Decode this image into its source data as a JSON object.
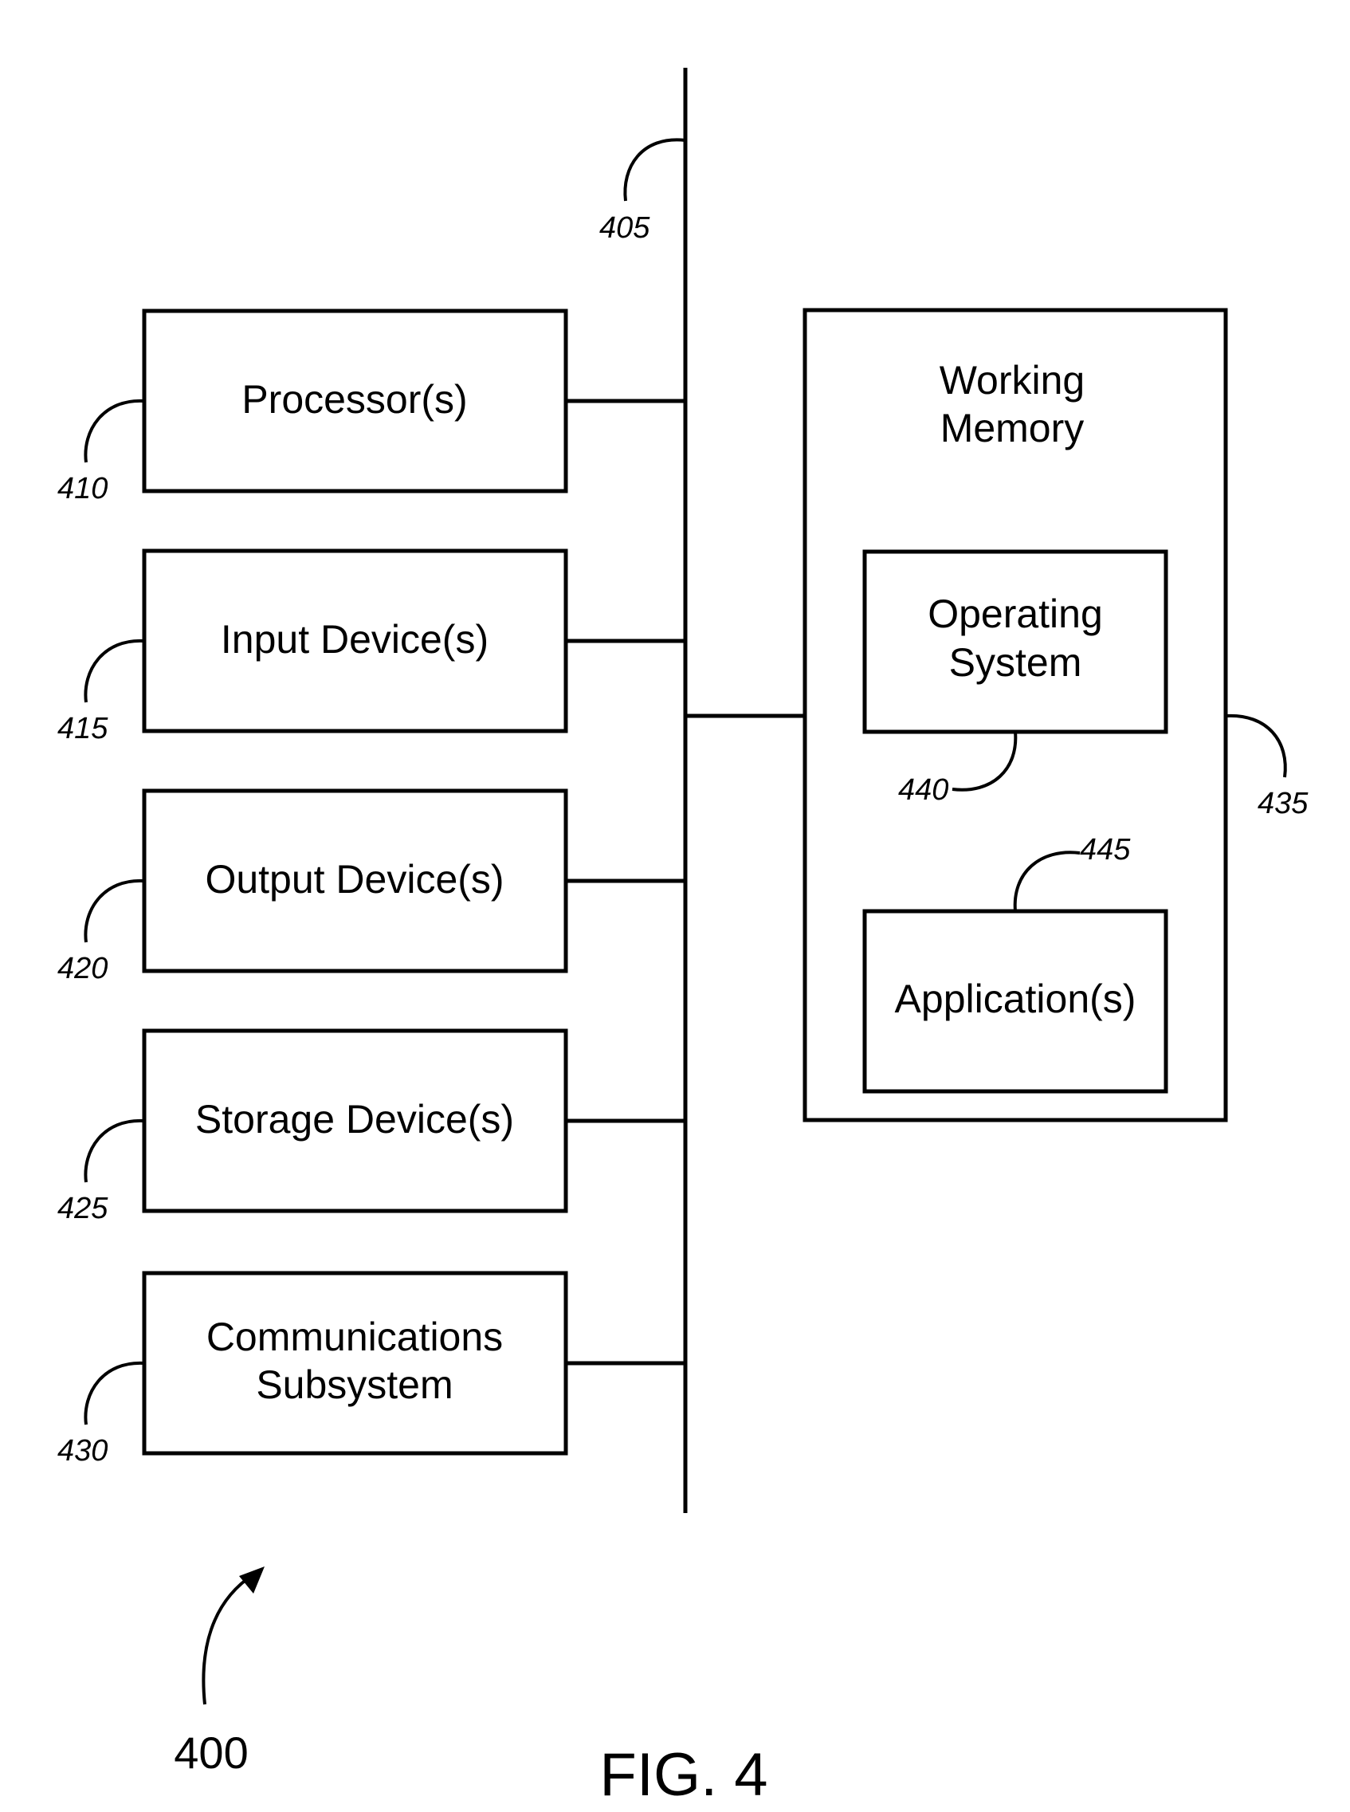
{
  "bus": {
    "ref": "405"
  },
  "blocks": [
    {
      "id": "processors",
      "lines": [
        "Processor(s)"
      ],
      "ref": "410"
    },
    {
      "id": "input-devices",
      "lines": [
        "Input Device(s)"
      ],
      "ref": "415"
    },
    {
      "id": "output-devices",
      "lines": [
        "Output Device(s)"
      ],
      "ref": "420"
    },
    {
      "id": "storage-devices",
      "lines": [
        "Storage Device(s)"
      ],
      "ref": "425"
    },
    {
      "id": "communications-subsystem",
      "lines": [
        "Communications",
        "Subsystem"
      ],
      "ref": "430"
    }
  ],
  "working_memory": {
    "lines": [
      "Working",
      "Memory"
    ],
    "ref": "435",
    "operating_system": {
      "lines": [
        "Operating",
        "System"
      ],
      "ref": "440"
    },
    "applications": {
      "lines": [
        "Application(s)"
      ],
      "ref": "445"
    }
  },
  "system_ref": "400",
  "figure_label": "FIG. 4"
}
